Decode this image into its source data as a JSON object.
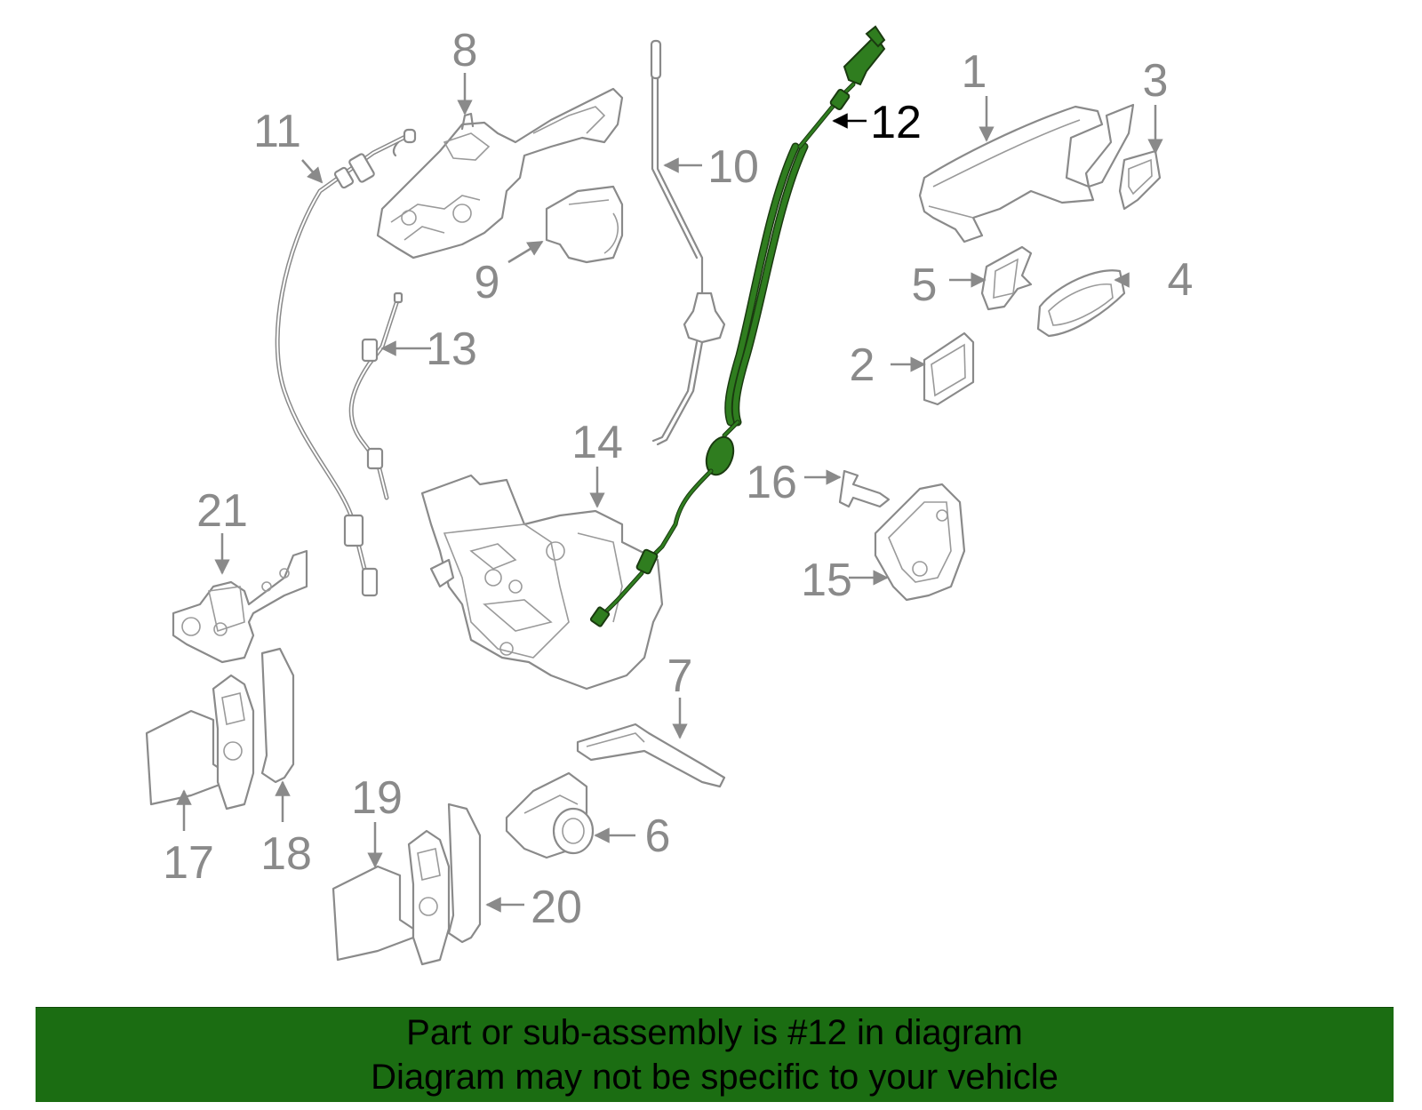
{
  "diagram": {
    "highlight_color": "#2f7d1f",
    "part_stroke_color": "#8a8a8a",
    "highlighted_part": "12",
    "callouts": [
      "1",
      "2",
      "3",
      "4",
      "5",
      "6",
      "7",
      "8",
      "9",
      "10",
      "11",
      "12",
      "13",
      "14",
      "15",
      "16",
      "17",
      "18",
      "19",
      "20",
      "21"
    ]
  },
  "banner": {
    "background_color": "#1b6d12",
    "line1": "Part or sub-assembly is #12 in diagram",
    "line2": "Diagram may not be specific to your vehicle"
  }
}
